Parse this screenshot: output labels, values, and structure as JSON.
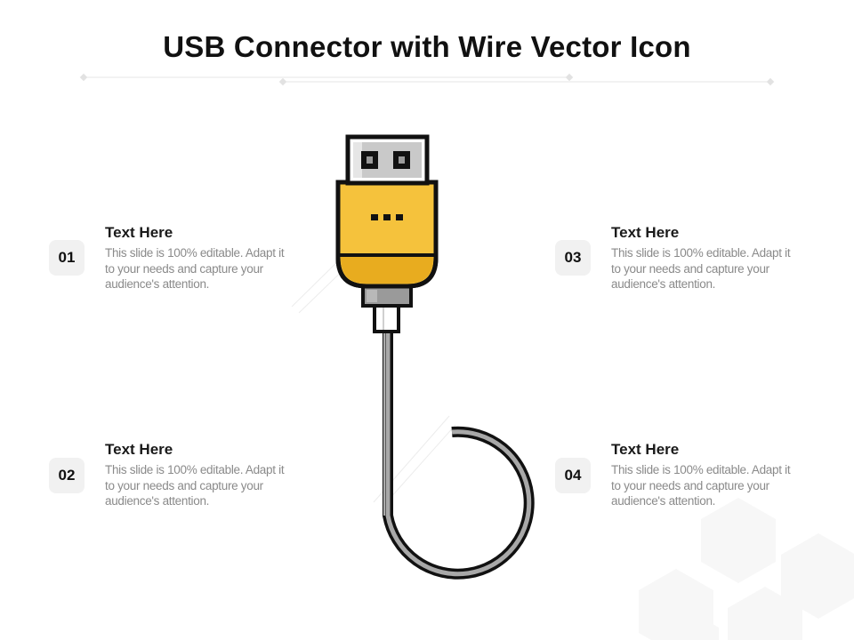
{
  "slide": {
    "title": "USB Connector with Wire Vector Icon"
  },
  "items": [
    {
      "number": "01",
      "title": "Text Here",
      "text": "This slide is 100% editable. Adapt it to your needs and capture your audience's attention."
    },
    {
      "number": "02",
      "title": "Text Here",
      "text": "This slide is 100% editable. Adapt it to your needs and capture your audience's attention."
    },
    {
      "number": "03",
      "title": "Text Here",
      "text": "This slide is 100% editable. Adapt it to your needs and capture your audience's attention."
    },
    {
      "number": "04",
      "title": "Text Here",
      "text": "This slide is 100% editable. Adapt it to your needs and capture your audience's attention."
    }
  ],
  "colors": {
    "connector_yellow": "#f5c23c",
    "connector_yellow_dark": "#e8ac1f",
    "metal_gray": "#9a9a9a",
    "outline": "#111111"
  },
  "icons": [
    "usb-connector-icon",
    "wire-cable-icon"
  ]
}
